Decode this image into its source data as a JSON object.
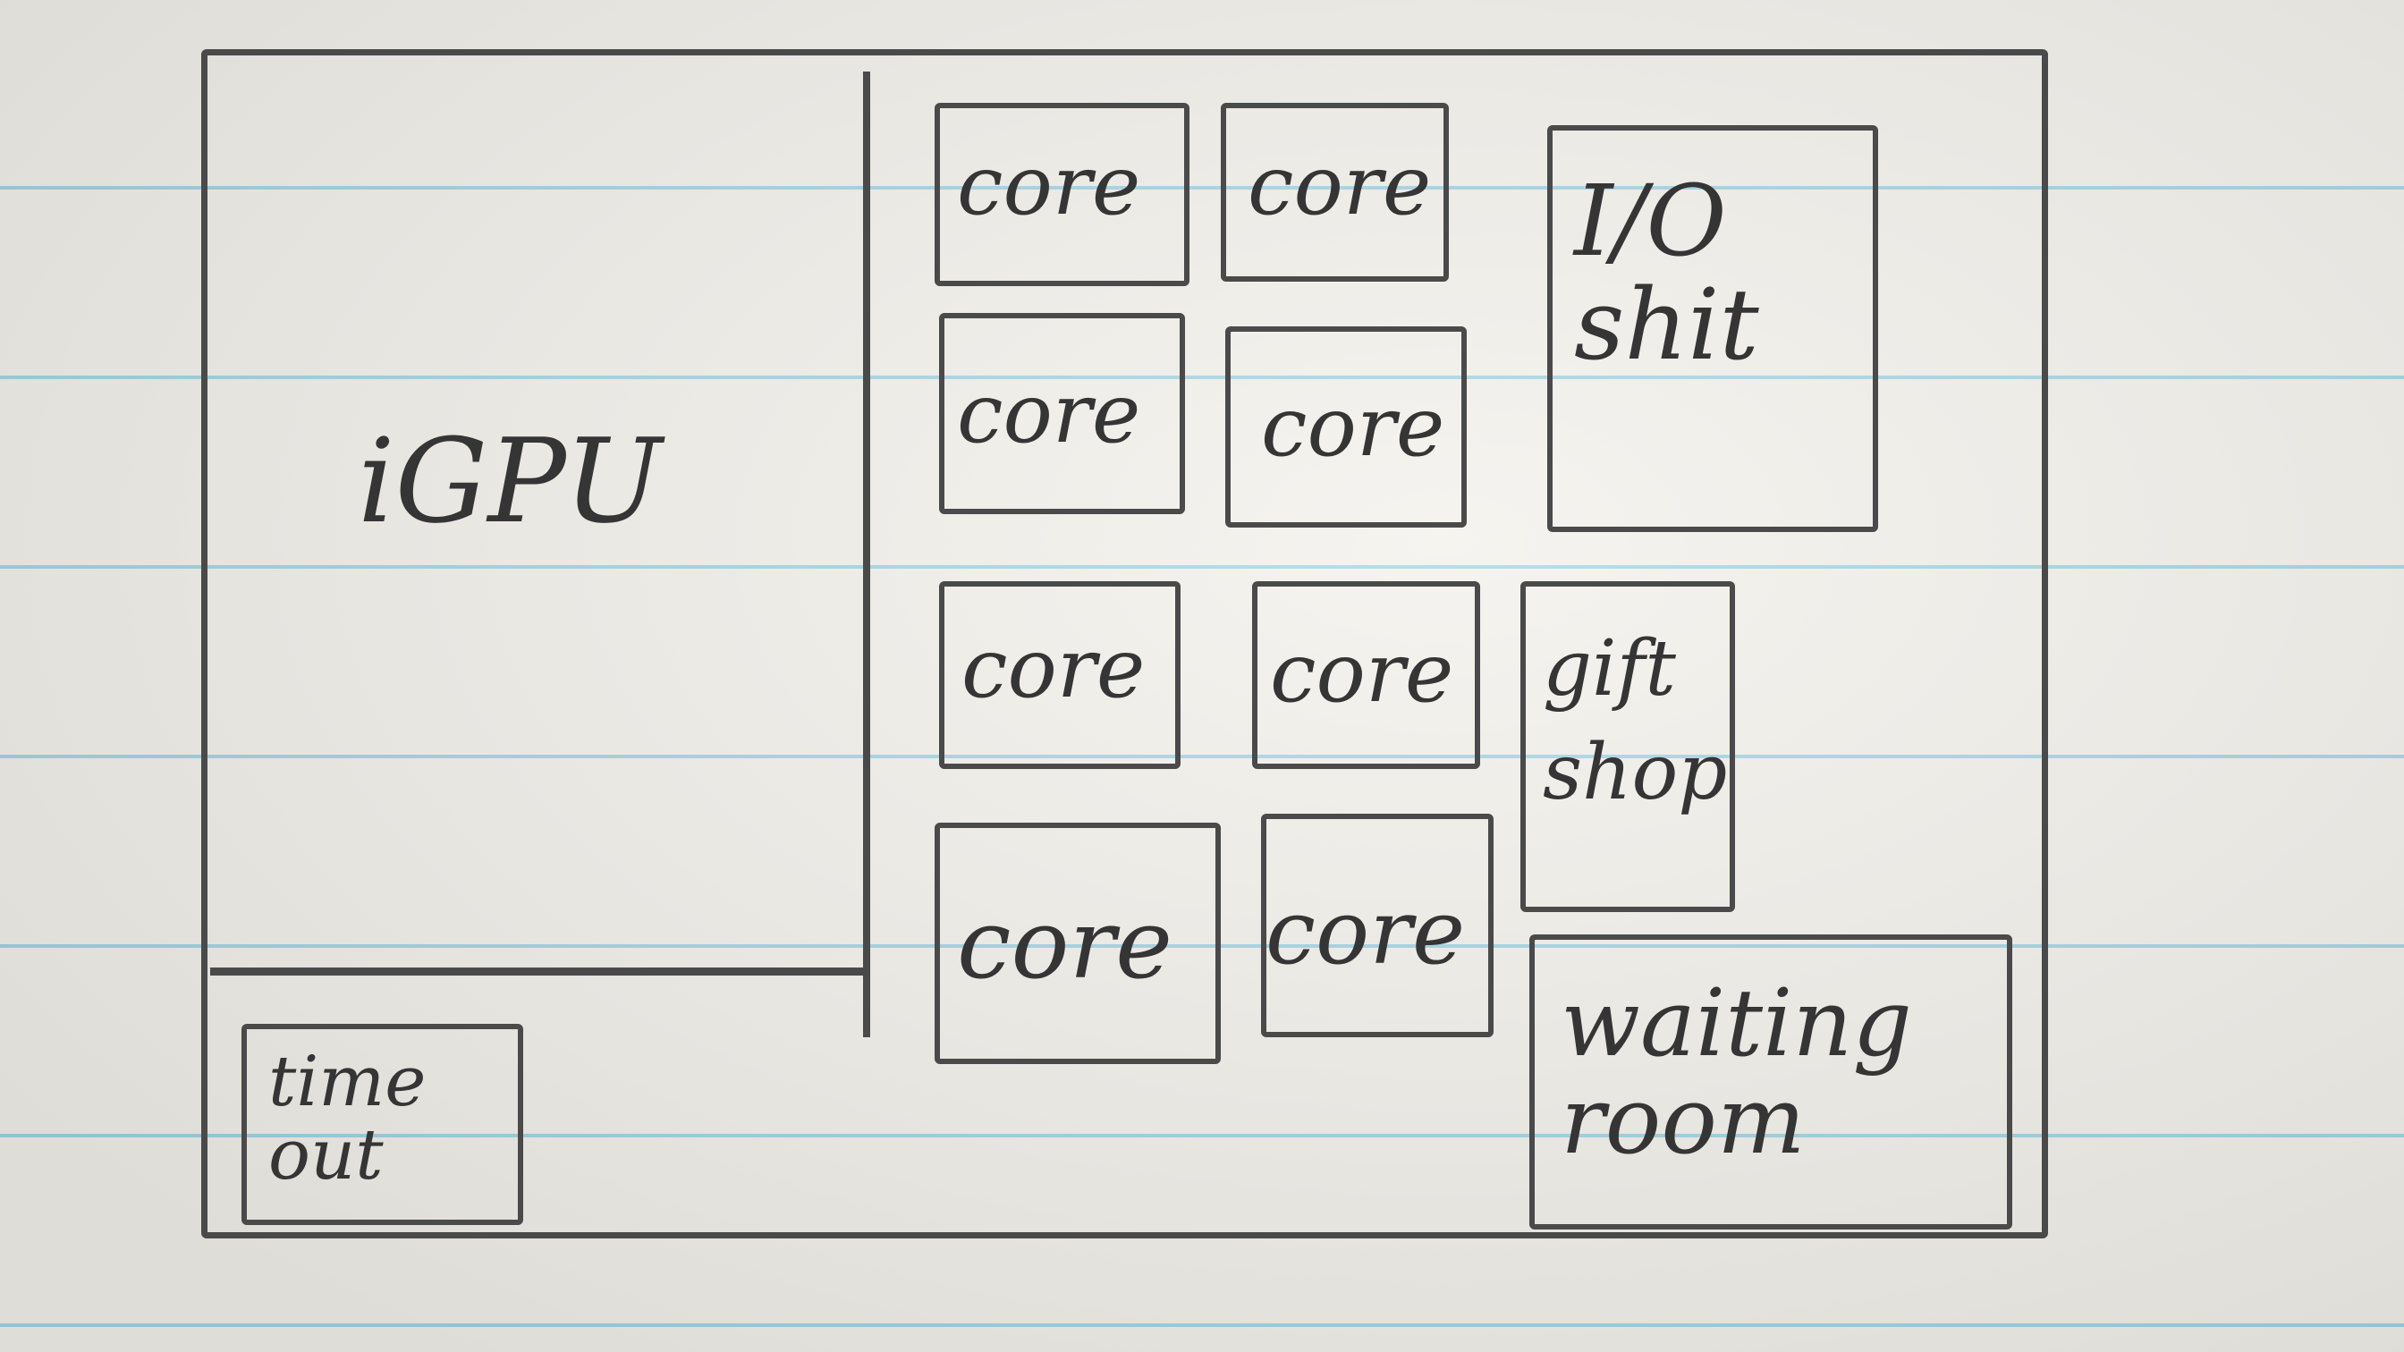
{
  "diagram": {
    "igpu": "iGPU",
    "cores": [
      "core",
      "core",
      "core",
      "core",
      "core",
      "core",
      "core",
      "core"
    ],
    "io": "I/O shit",
    "gift_shop": "gift shop",
    "waiting_room": "waiting room",
    "time_out": "time out"
  },
  "colors": {
    "pencil": "#4a4a4a",
    "paper": "#f2f0ea",
    "ruled_line": "#9fd3e4"
  }
}
